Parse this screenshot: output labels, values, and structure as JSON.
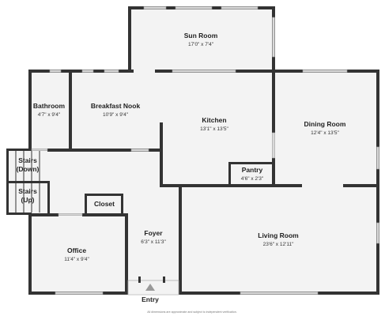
{
  "rooms": {
    "sun_room": {
      "name": "Sun Room",
      "dims": "17'0\" x 7'4\""
    },
    "bathroom": {
      "name": "Bathroom",
      "dims": "4'7\" x 9'4\""
    },
    "breakfast_nook": {
      "name": "Breakfast Nook",
      "dims": "10'9\" x 9'4\""
    },
    "kitchen": {
      "name": "Kitchen",
      "dims": "13'1\" x 13'5\""
    },
    "dining_room": {
      "name": "Dining Room",
      "dims": "12'4\" x 13'5\""
    },
    "stairs_down": {
      "name_line1": "Stairs",
      "name_line2": "(Down)"
    },
    "stairs_up": {
      "name_line1": "Stairs",
      "name_line2": "(Up)"
    },
    "pantry": {
      "name": "Pantry",
      "dims": "4'6\" x 2'3\""
    },
    "closet": {
      "name": "Closet"
    },
    "foyer": {
      "name": "Foyer",
      "dims": "6'3\" x 11'3\""
    },
    "living_room": {
      "name": "Living Room",
      "dims": "23'6\" x 12'11\""
    },
    "office": {
      "name": "Office",
      "dims": "11'4\" x 9'4\""
    }
  },
  "entry": {
    "label": "Entry"
  },
  "footer": {
    "disclaimer": "All dimensions are approximate and subject to independent verification."
  },
  "colors": {
    "wall": "#333333",
    "floor": "#f3f3f3",
    "window": "#d9d9d9"
  }
}
